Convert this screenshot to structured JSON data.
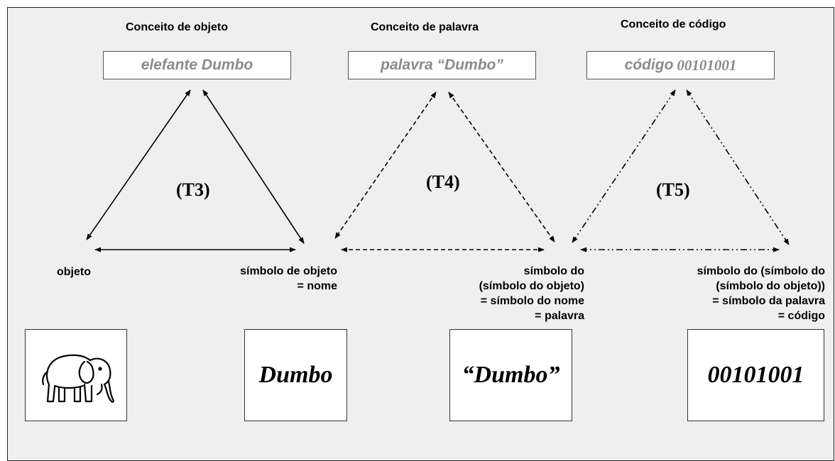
{
  "headers": {
    "object_concept": "Conceito de objeto",
    "word_concept": "Conceito de palavra",
    "code_concept": "Conceito de código"
  },
  "concept_boxes": {
    "object": "elefante Dumbo",
    "word": "palavra “Dumbo”",
    "code_word": "código",
    "code_value": "00101001"
  },
  "triangles": {
    "t3": "(T3)",
    "t4": "(T4)",
    "t5": "(T5)"
  },
  "labels": {
    "objeto": "objeto",
    "simbolo_objeto": [
      "símbolo de objeto",
      "= nome"
    ],
    "simbolo_nome": [
      "símbolo do",
      "(símbolo do objeto)",
      "= símbolo do nome",
      "= palavra"
    ],
    "simbolo_palavra": [
      "símbolo do (símbolo do",
      "(símbolo do objeto))",
      "= símbolo da palavra",
      "= código"
    ]
  },
  "symbol_boxes": {
    "elephant_icon": "elephant-icon",
    "dumbo": "Dumbo",
    "dumbo_quoted": "“Dumbo”",
    "code": "00101001"
  },
  "colors": {
    "background": "#efefef",
    "concept_text": "#8a8a8a",
    "lines": "#000000"
  }
}
